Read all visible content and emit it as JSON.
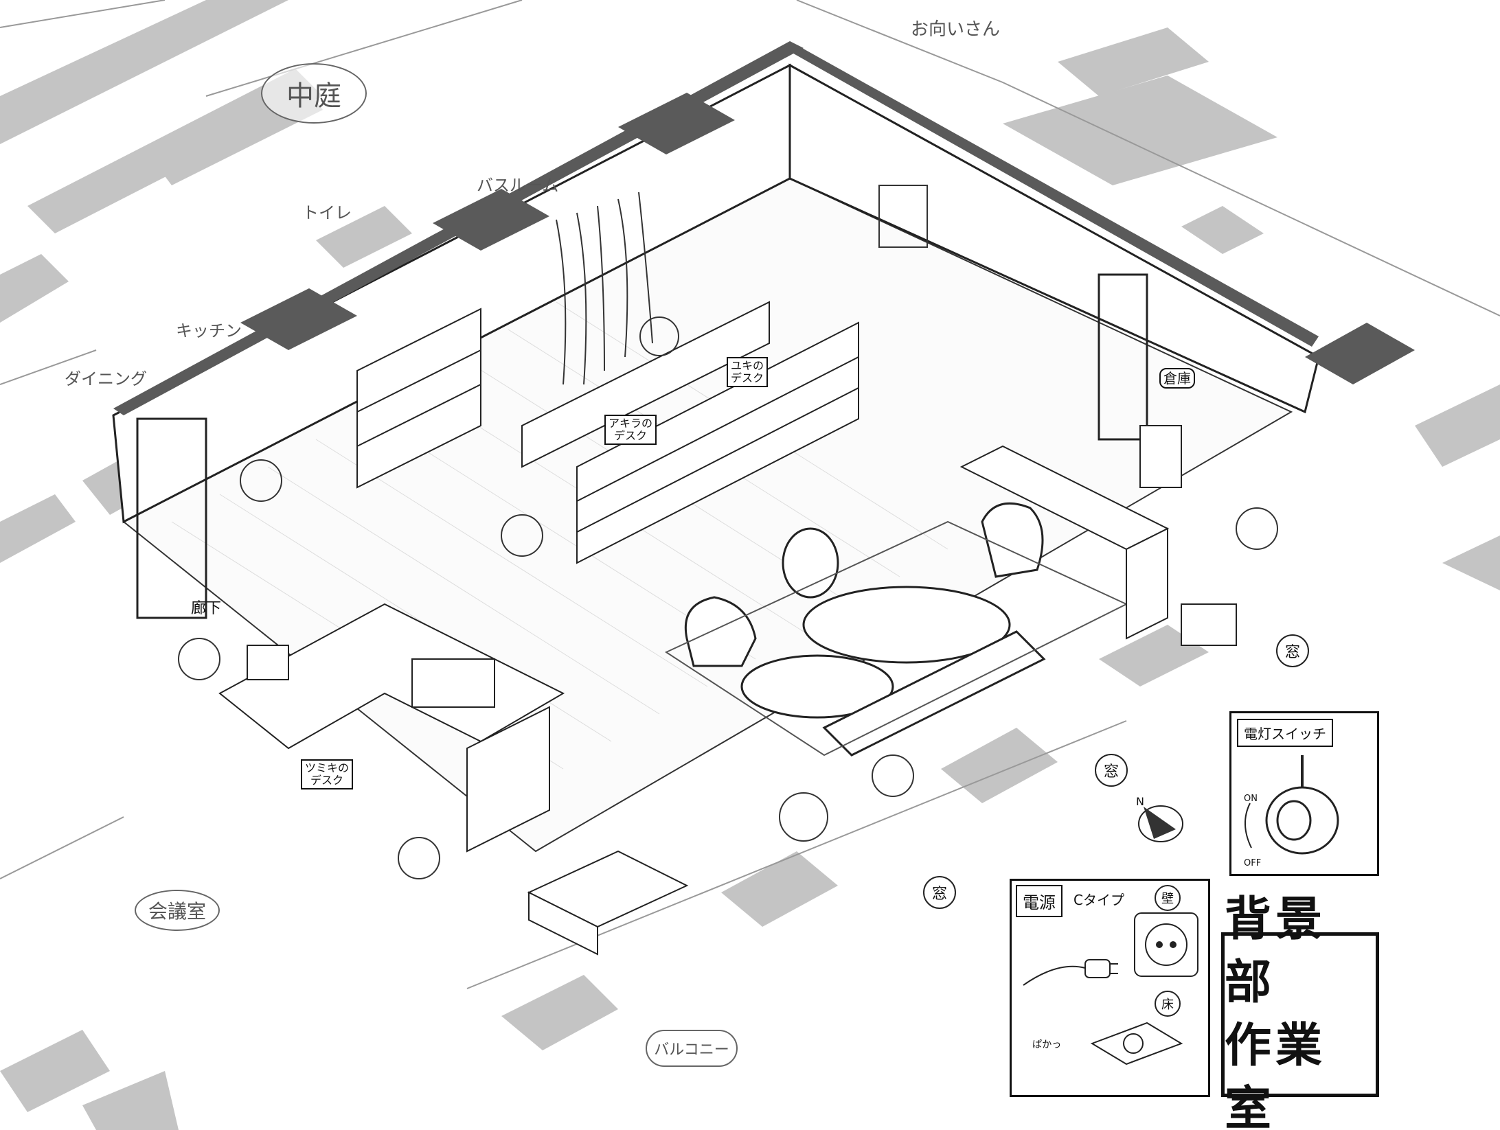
{
  "title": {
    "line1": "背景部",
    "line2": "作業室"
  },
  "rooms": {
    "courtyard": "中庭",
    "toilet": "トイレ",
    "bathroom": "バスルーム",
    "kitchen": "キッチン",
    "dining": "ダイニング",
    "neighbor": "お向いさん",
    "meeting_room": "会議室",
    "balcony": "バルコニー",
    "hallway": "廊下",
    "storage": "倉庫"
  },
  "window_marks": [
    "窓",
    "窓",
    "窓"
  ],
  "desk_tags": {
    "yuki": "ユキの\nデスク",
    "akira": "アキラの\nデスク",
    "tsumiki": "ツミキの\nデスク"
  },
  "light_switch": {
    "title": "電灯スイッチ",
    "on_label": "ON",
    "off_label": "OFF"
  },
  "power_panel": {
    "title": "電源",
    "type_label": "Cタイプ",
    "wall_label": "壁",
    "floor_label": "床",
    "sound_label": "ぱかっ"
  },
  "compass": {
    "north_label": "N"
  },
  "colors": {
    "wall_cap": "#5a5a5a",
    "grey_wall": "#bdbdbd",
    "line": "#222222"
  }
}
